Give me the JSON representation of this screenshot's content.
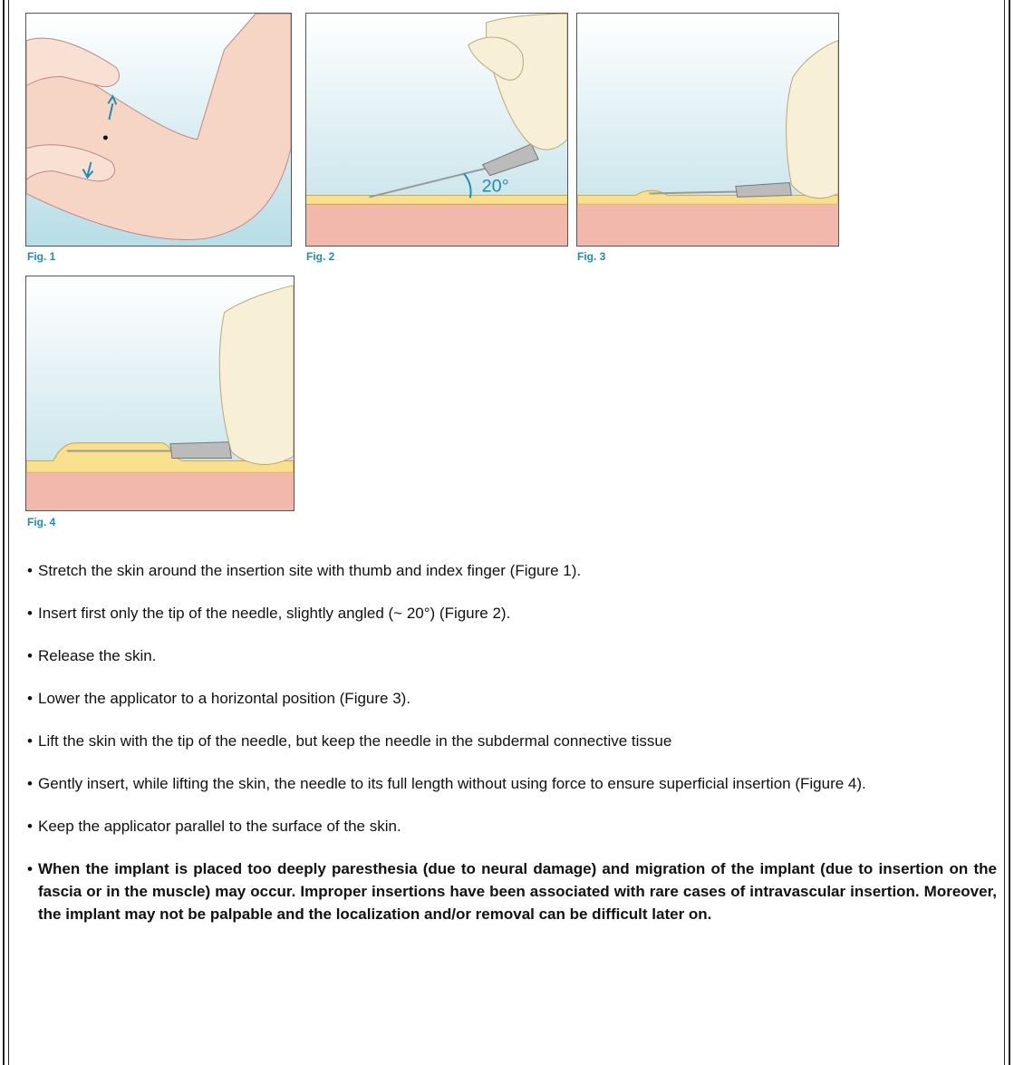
{
  "figures": [
    {
      "id": "fig1",
      "caption": "Fig. 1"
    },
    {
      "id": "fig2",
      "caption": "Fig. 2",
      "angle_label": "20°"
    },
    {
      "id": "fig3",
      "caption": "Fig. 3"
    },
    {
      "id": "fig4",
      "caption": "Fig. 4"
    }
  ],
  "colors": {
    "background_blue": "#c8e4ea",
    "skin": "#f6d5c4",
    "skin_dermis": "#f2b3a8",
    "fat_layer": "#f8e08e",
    "glove": "#f7f0d6",
    "accent": "#1a8fb0"
  },
  "instructions": [
    {
      "text": "Stretch the skin around the insertion site with thumb and index finger (Figure 1).",
      "bold": false
    },
    {
      "text": "Insert first only the tip of the needle, slightly angled (~ 20°) (Figure 2).",
      "bold": false
    },
    {
      "text": "Release the skin.",
      "bold": false
    },
    {
      "text": "Lower the applicator to a horizontal position (Figure 3).",
      "bold": false
    },
    {
      "text": "Lift the skin with the tip of the needle, but keep the needle in the subdermal connective tissue",
      "bold": false
    },
    {
      "text": "Gently insert, while lifting the skin, the needle to its full length without using force to ensure superficial insertion (Figure 4).",
      "bold": false
    },
    {
      "text": "Keep the applicator parallel to the surface of the skin.",
      "bold": false
    },
    {
      "text": "When the implant is placed too deeply paresthesia (due to neural damage) and migration of the implant (due to insertion on the fascia or in the muscle) may occur. Improper insertions have been associated with rare cases of intravascular insertion. Moreover, the implant may not be palpable and the localization and/or removal can be difficult later on.",
      "bold": true
    }
  ]
}
